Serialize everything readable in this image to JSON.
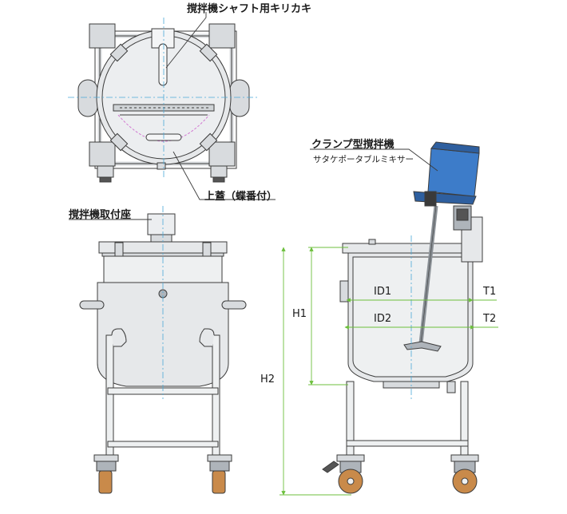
{
  "labels": {
    "shaft_cutout": "撹拌機シャフト用キリカキ",
    "lid_hinged": "上蓋（蝶番付）",
    "mount_seat": "撹拌機取付座",
    "clamp_mixer": "クランプ型撹拌機",
    "mixer_product": "サタケポータブルミキサー"
  },
  "dimensions": {
    "id1": "ID1",
    "id2": "ID2",
    "t1": "T1",
    "t2": "T2",
    "h1": "H1",
    "h2": "H2"
  },
  "colors": {
    "outline": "#3c3c3c",
    "tank_fill": "#e6e8ea",
    "frame_fill": "#d8dbde",
    "center_line": "#4aa8d8",
    "dimension": "#6cbf3c",
    "mixer_motor": "#3d7cc9",
    "caster_wheel": "#c98a4a",
    "magenta": "#d27ad2"
  }
}
